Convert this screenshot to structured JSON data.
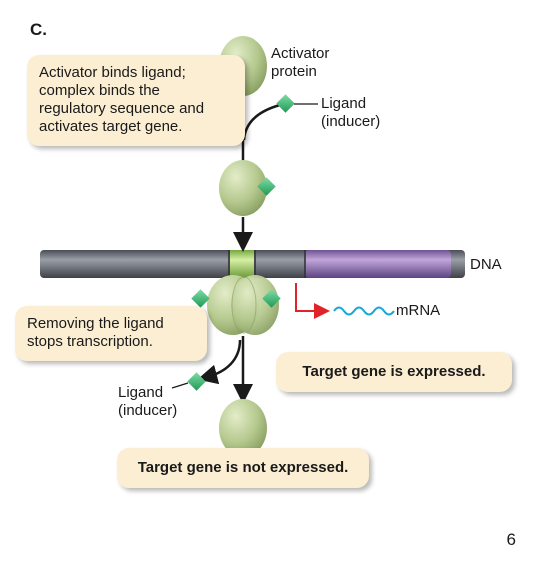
{
  "panel_label": "C.",
  "activator_label": "Activator\nprotein",
  "ligand_label_top": "Ligand\n(inducer)",
  "ligand_label_bottom": "Ligand\n(inducer)",
  "dna_label": "DNA",
  "mrna_label": "mRNA",
  "callouts": {
    "binds": "Activator binds ligand;\ncomplex binds the\nregulatory sequence and\nactivates target gene.",
    "removing": "Removing the ligand\nstops transcription.",
    "expressed": "Target gene is expressed.",
    "not_expressed": "Target gene is not expressed."
  },
  "page_number": "6",
  "colors": {
    "protein": "#b5c98e",
    "ligand": "#33b36c",
    "dna": "#6f737c",
    "gene": "#9a78b8",
    "regulatory": "#a3d36b",
    "mrna_arrow": "#e0232a",
    "mrna": "#1aa6d9",
    "callout_bg": "#fbeed3"
  }
}
